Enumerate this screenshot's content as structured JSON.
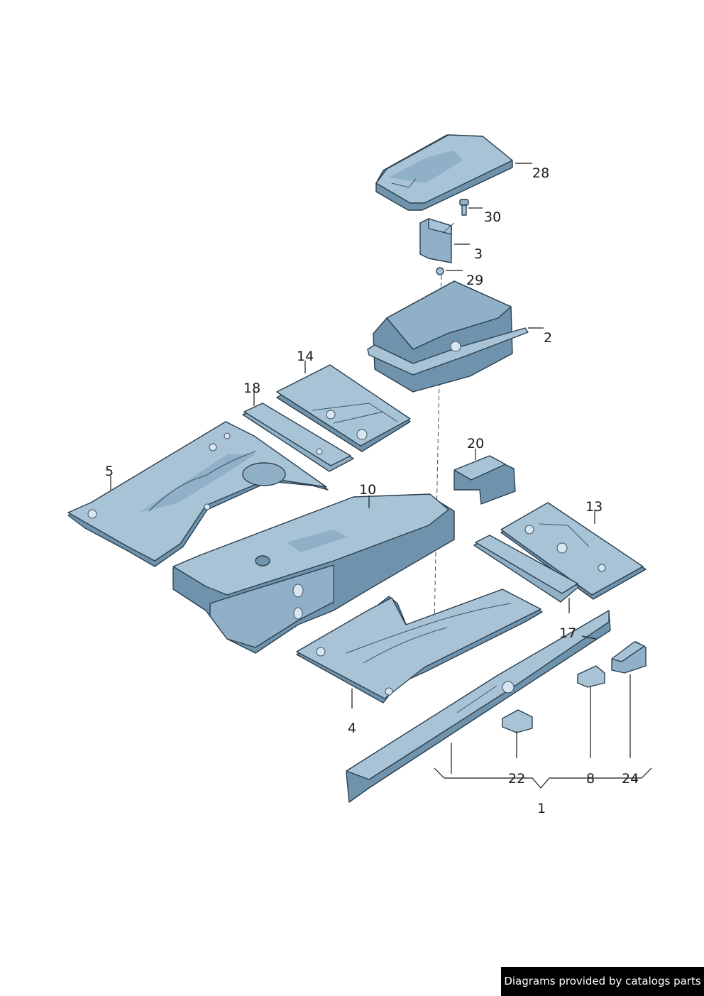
{
  "callouts": {
    "c28": "28",
    "c30": "30",
    "c3": "3",
    "c29": "29",
    "c2": "2",
    "c14": "14",
    "c18": "18",
    "c20": "20",
    "c5": "5",
    "c10": "10",
    "c13": "13",
    "c17": "17",
    "c4": "4",
    "c22": "22",
    "c8": "8",
    "c24": "24",
    "c1": "1"
  },
  "credit": "Diagrams provided by catalogs parts",
  "colors": {
    "part_fill": "#a9c3d6",
    "part_shadow": "#6f93ac",
    "outline": "#2b3f4e",
    "credit_bg": "#000000"
  }
}
